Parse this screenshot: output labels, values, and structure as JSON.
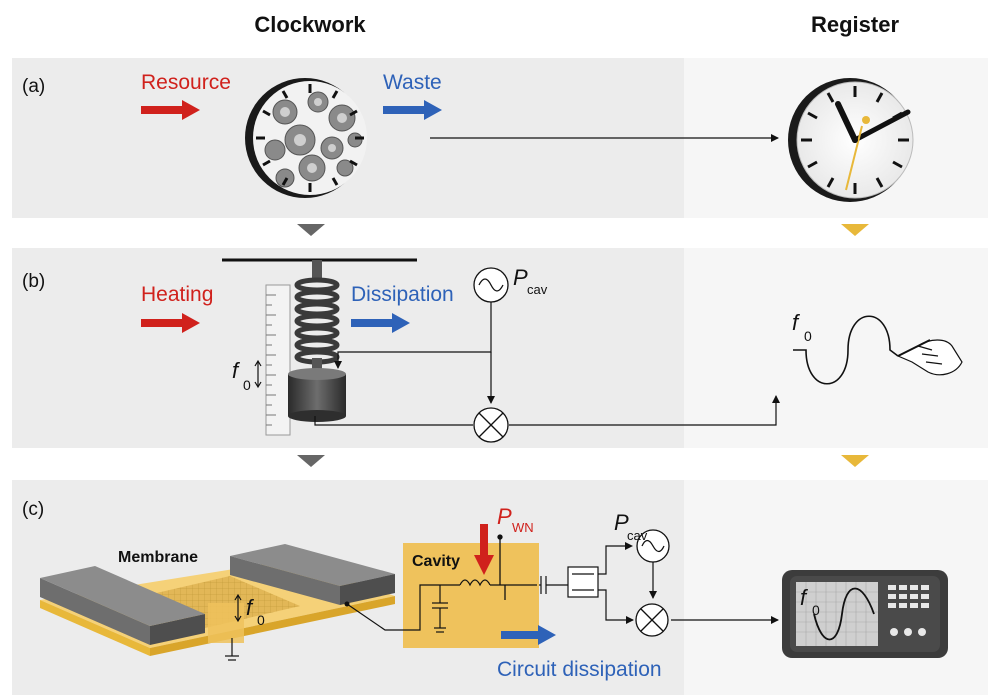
{
  "headers": {
    "left": "Clockwork",
    "right": "Register"
  },
  "panels": {
    "a": {
      "tag": "(a)",
      "input_label": "Resource",
      "output_label": "Waste"
    },
    "b": {
      "tag": "(b)",
      "input_label": "Heating",
      "output_label": "Dissipation",
      "source_label": "P",
      "source_sub": "cav",
      "freq_label": "f",
      "freq_sub": "0"
    },
    "c": {
      "tag": "(c)",
      "membrane_label": "Membrane",
      "cavity_label": "Cavity",
      "noise_label": "P",
      "noise_sub": "WN",
      "source_label": "P",
      "source_sub": "cav",
      "freq_label": "f",
      "freq_sub": "0",
      "dissipation_label": "Circuit dissipation"
    }
  },
  "register": {
    "trace_label": "f",
    "trace_sub": "0",
    "scope_label": "f",
    "scope_sub": "0"
  },
  "colors": {
    "red": "#d0211c",
    "blue": "#2e62b8",
    "gold": "#e8b83a",
    "panel_left": "#ececec",
    "panel_right": "#f6f6f6"
  },
  "icons": [
    "clock-gears-icon",
    "wall-clock-icon",
    "spring-mass-icon",
    "ruler-icon",
    "oscillator-source-icon",
    "mixer-icon",
    "hand-pen-icon",
    "membrane-chip-icon",
    "inductor-icon",
    "capacitor-icon",
    "ground-icon",
    "oscilloscope-icon"
  ]
}
